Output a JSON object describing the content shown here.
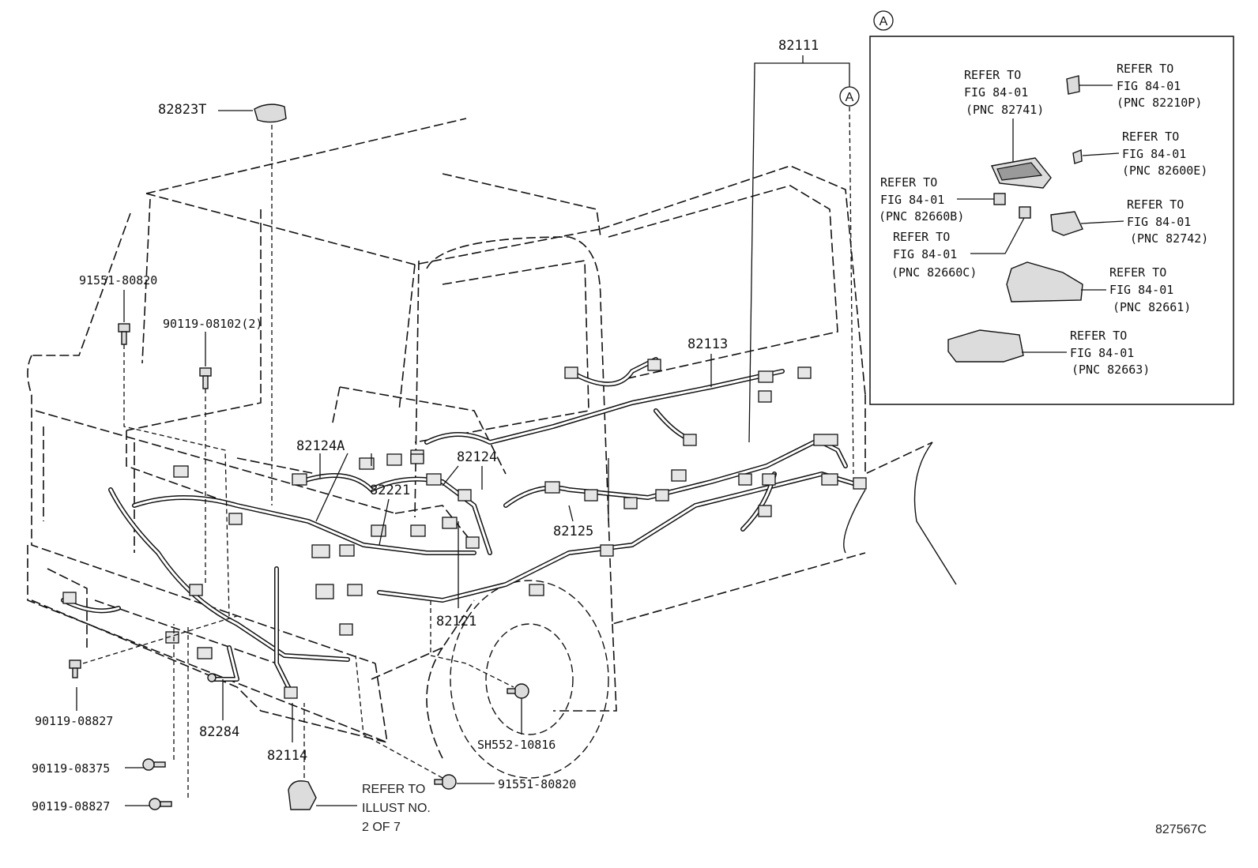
{
  "diagram": {
    "part_labels": [
      {
        "id": "82111",
        "text": "82111"
      },
      {
        "id": "82823T",
        "text": "82823T"
      },
      {
        "id": "91551-80820-top",
        "text": "91551-80820"
      },
      {
        "id": "90119-08102",
        "text": "90119-08102(2)"
      },
      {
        "id": "82113",
        "text": "82113"
      },
      {
        "id": "82124A",
        "text": "82124A"
      },
      {
        "id": "82124",
        "text": "82124"
      },
      {
        "id": "82221",
        "text": "82221"
      },
      {
        "id": "82125",
        "text": "82125"
      },
      {
        "id": "82121",
        "text": "82121"
      },
      {
        "id": "90119-08827-a",
        "text": "90119-08827"
      },
      {
        "id": "82284",
        "text": "82284"
      },
      {
        "id": "82114",
        "text": "82114"
      },
      {
        "id": "SH552-10816",
        "text": "SH552-10816"
      },
      {
        "id": "90119-08375",
        "text": "90119-08375"
      },
      {
        "id": "90119-08827-b",
        "text": "90119-08827"
      },
      {
        "id": "91551-80820-bottom",
        "text": "91551-80820"
      }
    ],
    "refer_illust": {
      "line1": "REFER TO",
      "line2": "ILLUST NO.",
      "line3": "2 OF 7"
    },
    "figure_code": "827567C",
    "callout_letter": "A"
  },
  "inset": {
    "letter": "A",
    "refs": [
      {
        "line1": "REFER TO",
        "line2": "FIG 84-01",
        "pnc": "(PNC 82741)"
      },
      {
        "line1": "REFER TO",
        "line2": "FIG 84-01",
        "pnc": "(PNC 82210P)"
      },
      {
        "line1": "REFER TO",
        "line2": "FIG 84-01",
        "pnc": "(PNC 82600E)"
      },
      {
        "line1": "REFER TO",
        "line2": "FIG 84-01",
        "pnc": "(PNC 82660B)"
      },
      {
        "line1": "REFER TO",
        "line2": "FIG 84-01",
        "pnc": "(PNC 82742)"
      },
      {
        "line1": "REFER TO",
        "line2": "FIG 84-01",
        "pnc": "(PNC 82660C)"
      },
      {
        "line1": "REFER TO",
        "line2": "FIG 84-01",
        "pnc": "(PNC 82661)"
      },
      {
        "line1": "REFER TO",
        "line2": "FIG 84-01",
        "pnc": "(PNC 82663)"
      }
    ]
  }
}
